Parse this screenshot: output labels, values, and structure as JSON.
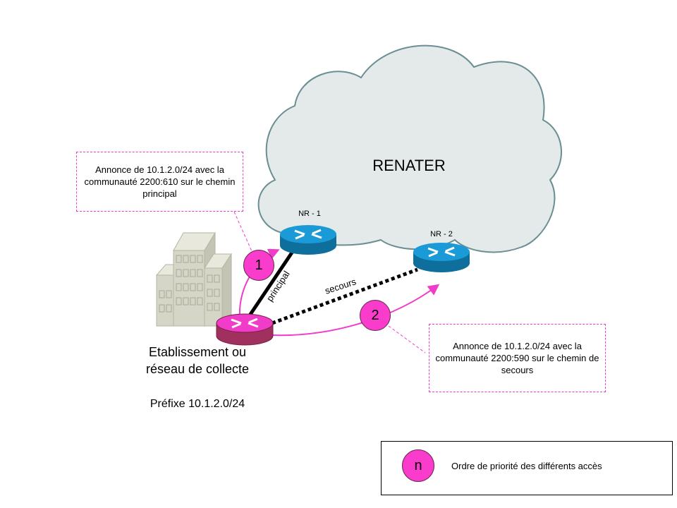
{
  "cloud": {
    "name": "RENATER",
    "fill": "#e4eaea",
    "stroke": "#6a8e92"
  },
  "routers": [
    {
      "id": "nr1",
      "label": "NR - 1",
      "color": "#1a9ad6"
    },
    {
      "id": "nr2",
      "label": "NR - 2",
      "color": "#1a9ad6"
    },
    {
      "id": "site",
      "label": "",
      "color": "#f03cc8"
    }
  ],
  "links": {
    "principal": {
      "label": "principal",
      "style": "solid"
    },
    "secours": {
      "label": "secours",
      "style": "dotted"
    }
  },
  "badges": {
    "first": "1",
    "second": "2"
  },
  "callouts": {
    "principal": "Annonce de 10.1.2.0/24 avec la communauté 2200:610 sur le chemin principal",
    "secours": "Annonce de 10.1.2.0/24 avec la communauté 2200:590 sur le chemin de secours"
  },
  "site": {
    "label": "Etablissement ou réseau de collecte",
    "prefix": "Préfixe 10.1.2.0/24"
  },
  "legend": {
    "badge": "n",
    "text": "Ordre de priorité des différents accès"
  },
  "colors": {
    "accent_magenta": "#fa3ccc",
    "router_blue": "#1a9ad6",
    "router_blue_dark": "#0e6f9c",
    "site_router_top": "#f03cc8",
    "site_router_side": "#a0305e",
    "building": "#d6d6c8"
  }
}
